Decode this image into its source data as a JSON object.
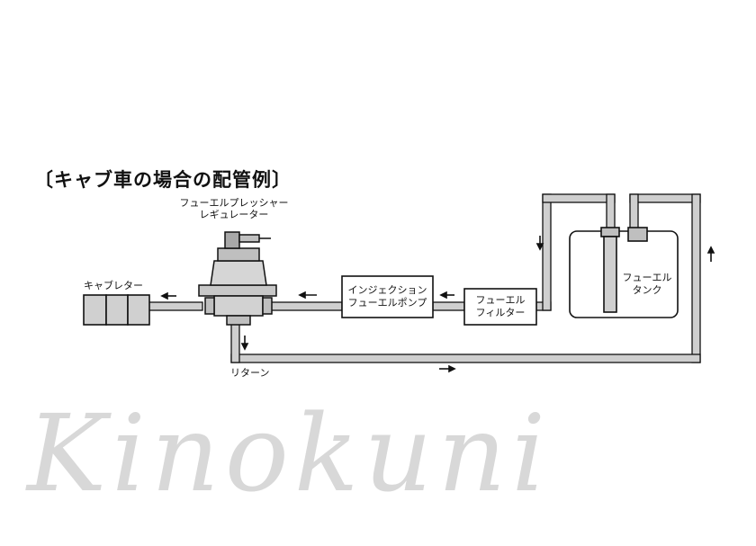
{
  "title": "〔キャブ車の場合の配管例〕",
  "labels": {
    "regulator_line1": "フューエルプレッシャー",
    "regulator_line2": "レギュレーター",
    "carburetor": "キャブレター",
    "pump_line1": "インジェクション",
    "pump_line2": "フューエルポンプ",
    "filter_line1": "フューエル",
    "filter_line2": "フィルター",
    "tank_line1": "フューエル",
    "tank_line2": "タンク",
    "return": "リターン"
  },
  "watermark": "Kinokuni"
}
